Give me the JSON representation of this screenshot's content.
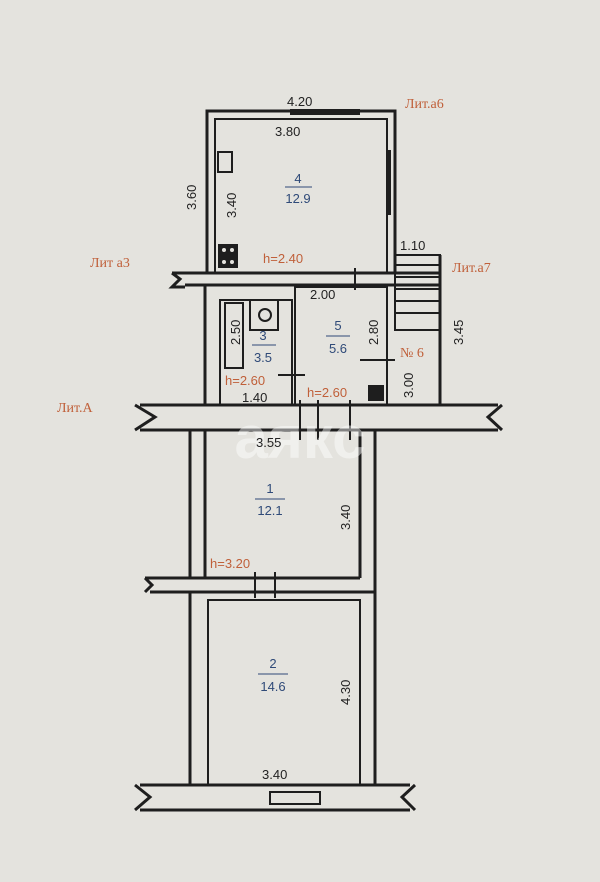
{
  "labels": {
    "lit_a6": "Лит.а6",
    "lit_a3": "Лит а3",
    "lit_a7": "Лит.а7",
    "lit_A": "Лит.А",
    "no6": "№ 6"
  },
  "rooms": [
    {
      "number": "4",
      "area": "12.9"
    },
    {
      "number": "5",
      "area": "5.6"
    },
    {
      "number": "3",
      "area": "3.5"
    },
    {
      "number": "1",
      "area": "12.1"
    },
    {
      "number": "2",
      "area": "14.6"
    }
  ],
  "heights": [
    "h=2.40",
    "h=2.60",
    "h=2.60",
    "h=3.20"
  ],
  "dimensions": {
    "top_outer": "4.20",
    "top_inner": "3.80",
    "left_outer": "3.60",
    "left_inner": "3.40",
    "stairs_width": "1.10",
    "room5_width": "2.00",
    "room5_height": "2.80",
    "right_345": "3.45",
    "room6_height": "3.00",
    "room3_height": "2.50",
    "room3_width": "1.40",
    "room1_width": "3.55",
    "room1_height": "3.40",
    "room2_height": "4.30",
    "room2_width": "3.40"
  },
  "watermark": "аякс",
  "colors": {
    "background": "#e4e3de",
    "walls": "#1e1e1e",
    "lit_labels": "#c0603a",
    "room_labels": "#2f4a78"
  }
}
